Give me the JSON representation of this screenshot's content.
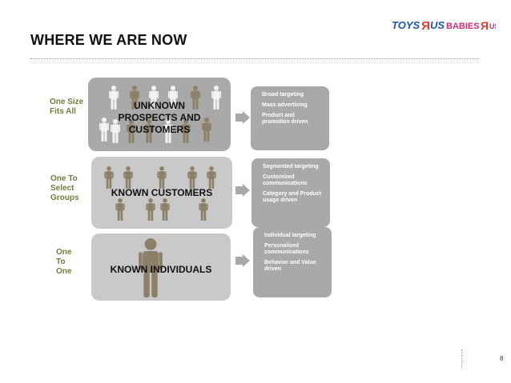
{
  "logo": {
    "name": "toysrus-babiesrus-logo",
    "text": "TOYS R US BABIES R US"
  },
  "title": "WHERE WE ARE NOW",
  "rows": [
    {
      "label": "One Size Fits All",
      "label_lines": [
        "One Size",
        "Fits All"
      ],
      "panel_lines": [
        "UNKNOWN",
        "PROSPECTS AND",
        "CUSTOMERS"
      ],
      "bullets": [
        "Broad targeting",
        "Mass advertising",
        "Product and promotion driven"
      ]
    },
    {
      "label": "One To Select Groups",
      "label_lines": [
        "One To",
        "Select",
        "Groups"
      ],
      "panel_lines": [
        "KNOWN CUSTOMERS"
      ],
      "bullets": [
        "Segmented targeting",
        "Customized communications",
        "Category and Product usage driven"
      ]
    },
    {
      "label": "One To One",
      "label_lines": [
        "One",
        "To",
        "One"
      ],
      "panel_lines": [
        "KNOWN INDIVIDUALS"
      ],
      "bullets": [
        "Individual targeting",
        "Personalized communications",
        "Behavior and Value driven"
      ]
    }
  ],
  "page_number": "8",
  "colors": {
    "label_green": "#6d7f3a",
    "panel_dark": "#a9a9a9",
    "panel_light": "#c9c9c9",
    "figure_brown": "#8c8068"
  }
}
